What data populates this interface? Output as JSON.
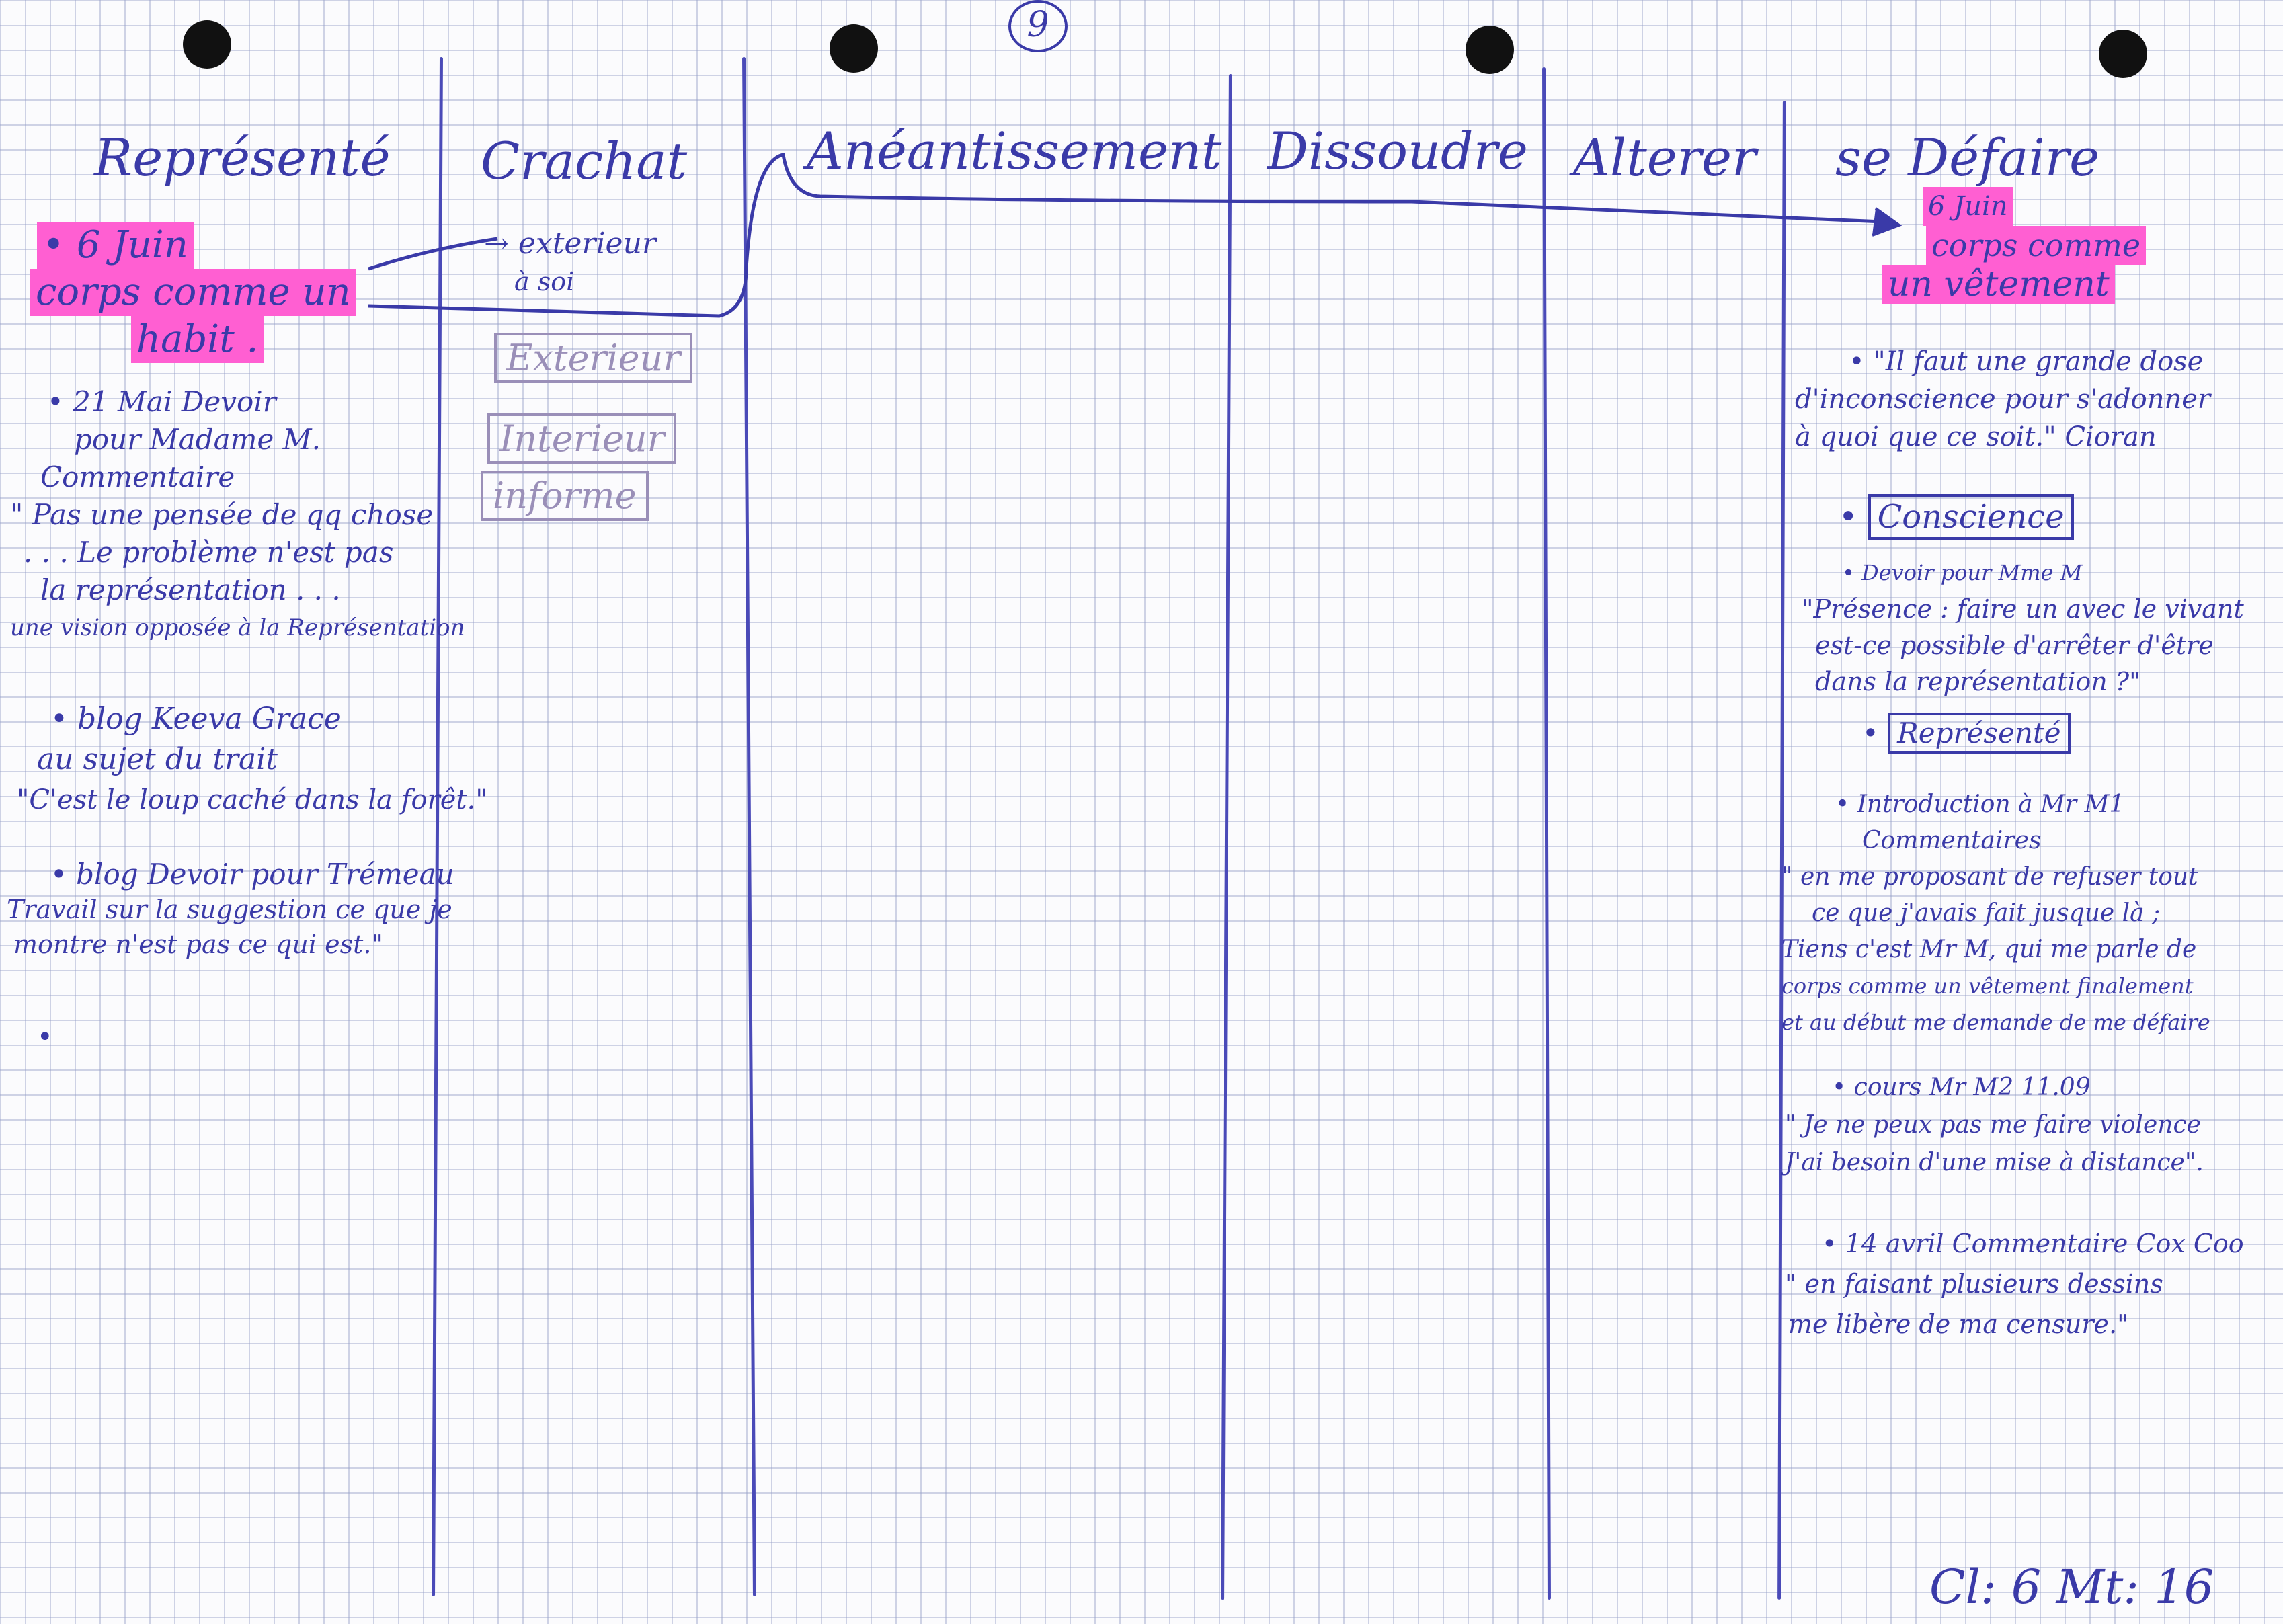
{
  "page_number": "9",
  "columns": [
    {
      "id": "represente",
      "header": "Représenté"
    },
    {
      "id": "crachat",
      "header": "Crachat"
    },
    {
      "id": "aneantissement",
      "header": "Anéantissement"
    },
    {
      "id": "dissoudre",
      "header": "Dissoudre"
    },
    {
      "id": "alterer",
      "header": "Alterer"
    },
    {
      "id": "se-defaire",
      "header": "se Défaire"
    }
  ],
  "represente": {
    "highlight": [
      "• 6 Juin",
      "corps comme un",
      "habit ."
    ],
    "notes": [
      [
        "• 21 Mai Devoir",
        "pour Madame M.",
        "Commentaire",
        "\" Pas une pensée de qq chose",
        ". . . Le problème n'est pas",
        "la représentation . . .",
        "une vision opposée à la Représentation"
      ],
      [
        "• blog Keeva Grace",
        "au sujet du trait",
        "\"C'est le loup caché dans la forêt.\""
      ],
      [
        "• blog Devoir pour Trémeau",
        "Travail sur la suggestion ce que je",
        "montre n'est pas ce qui est.\""
      ],
      [
        "•"
      ]
    ]
  },
  "crachat": {
    "arrow_note": [
      "→ exterieur",
      "à soi"
    ],
    "boxes": [
      "Exterieur",
      "Interieur",
      "informe"
    ]
  },
  "se_defaire": {
    "highlight": [
      "6 Juin",
      "corps comme",
      "un vêtement"
    ],
    "notes": [
      [
        "• \"Il faut une grande dose",
        "d'inconscience pour s'adonner",
        "à quoi que ce soit.\" Cioran"
      ],
      [
        "• Devoir pour Mme M",
        "\"Présence : faire un avec le vivant",
        "est-ce possible d'arrêter d'être",
        "dans la représentation ?\""
      ],
      [
        "• Introduction à Mr M1",
        "Commentaires",
        "\" en me proposant de refuser tout",
        "ce que j'avais fait jusque là ;",
        "Tiens c'est Mr M, qui me parle de",
        "corps comme un vêtement finalement",
        "et au début me demande de me défaire"
      ],
      [
        "• cours Mr M2 11.09",
        "\" Je ne peux pas me faire violence",
        "J'ai besoin d'une mise à distance\"."
      ],
      [
        "• 14 avril Commentaire Cox Coo",
        "\" en faisant plusieurs dessins",
        "me libère de ma censure.\""
      ]
    ],
    "boxed_words": [
      "Conscience",
      "Représenté"
    ]
  },
  "footer": "Cl: 6   Mt: 16",
  "colors": {
    "ink": "#3a3aa8",
    "highlight": "#ff5fd2",
    "pale_box": "#9a8fb8",
    "grid": "#969ec8"
  }
}
